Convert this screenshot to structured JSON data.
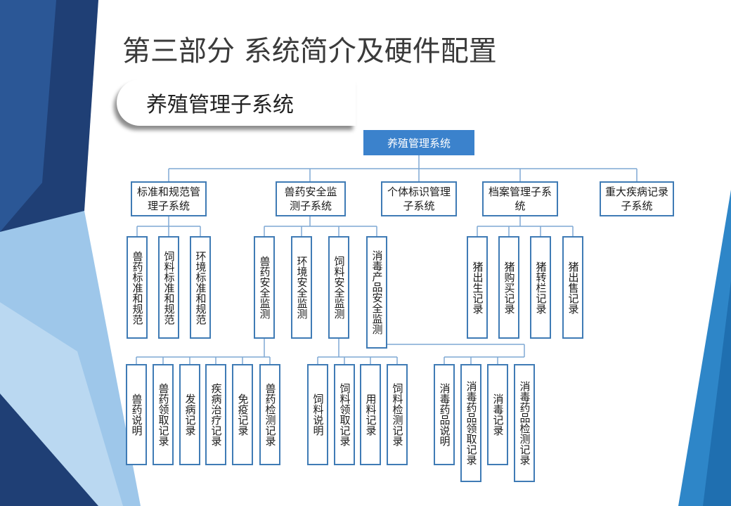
{
  "page_title": "第三部分 系统简介及硬件配置",
  "section_title": "养殖管理子系统",
  "colors": {
    "accent_blue": "#3b82cc",
    "border_blue": "#3f7bb5",
    "dark_navy": "#1f3a6b"
  },
  "tree": {
    "root": "养殖管理系统",
    "level1": [
      "标准和规范管理子系统",
      "兽药安全监测子系统",
      "个体标识管理子系统",
      "档案管理子系统",
      "重大疾病记录子系统"
    ],
    "standards_children": [
      "兽药标准和规范",
      "饲料标准和规范",
      "环境标准和规范"
    ],
    "safety_children": [
      "兽药安全监测",
      "环境安全监测",
      "饲料安全监测",
      "消毒产品安全监测"
    ],
    "archive_children": [
      "猪出生记录",
      "猪购买记录",
      "猪转栏记录",
      "猪出售记录"
    ],
    "vet_drug_children": [
      "兽药说明",
      "兽药领取记录",
      "发病记录",
      "疾病治疗记录",
      "免疫记录",
      "兽药检测记录"
    ],
    "feed_children": [
      "饲料说明",
      "饲料领取记录",
      "用料记录",
      "饲料检测记录"
    ],
    "disinfect_children": [
      "消毒药品说明",
      "消毒药品领取记录",
      "消毒记录",
      "消毒药品检测记录"
    ]
  }
}
